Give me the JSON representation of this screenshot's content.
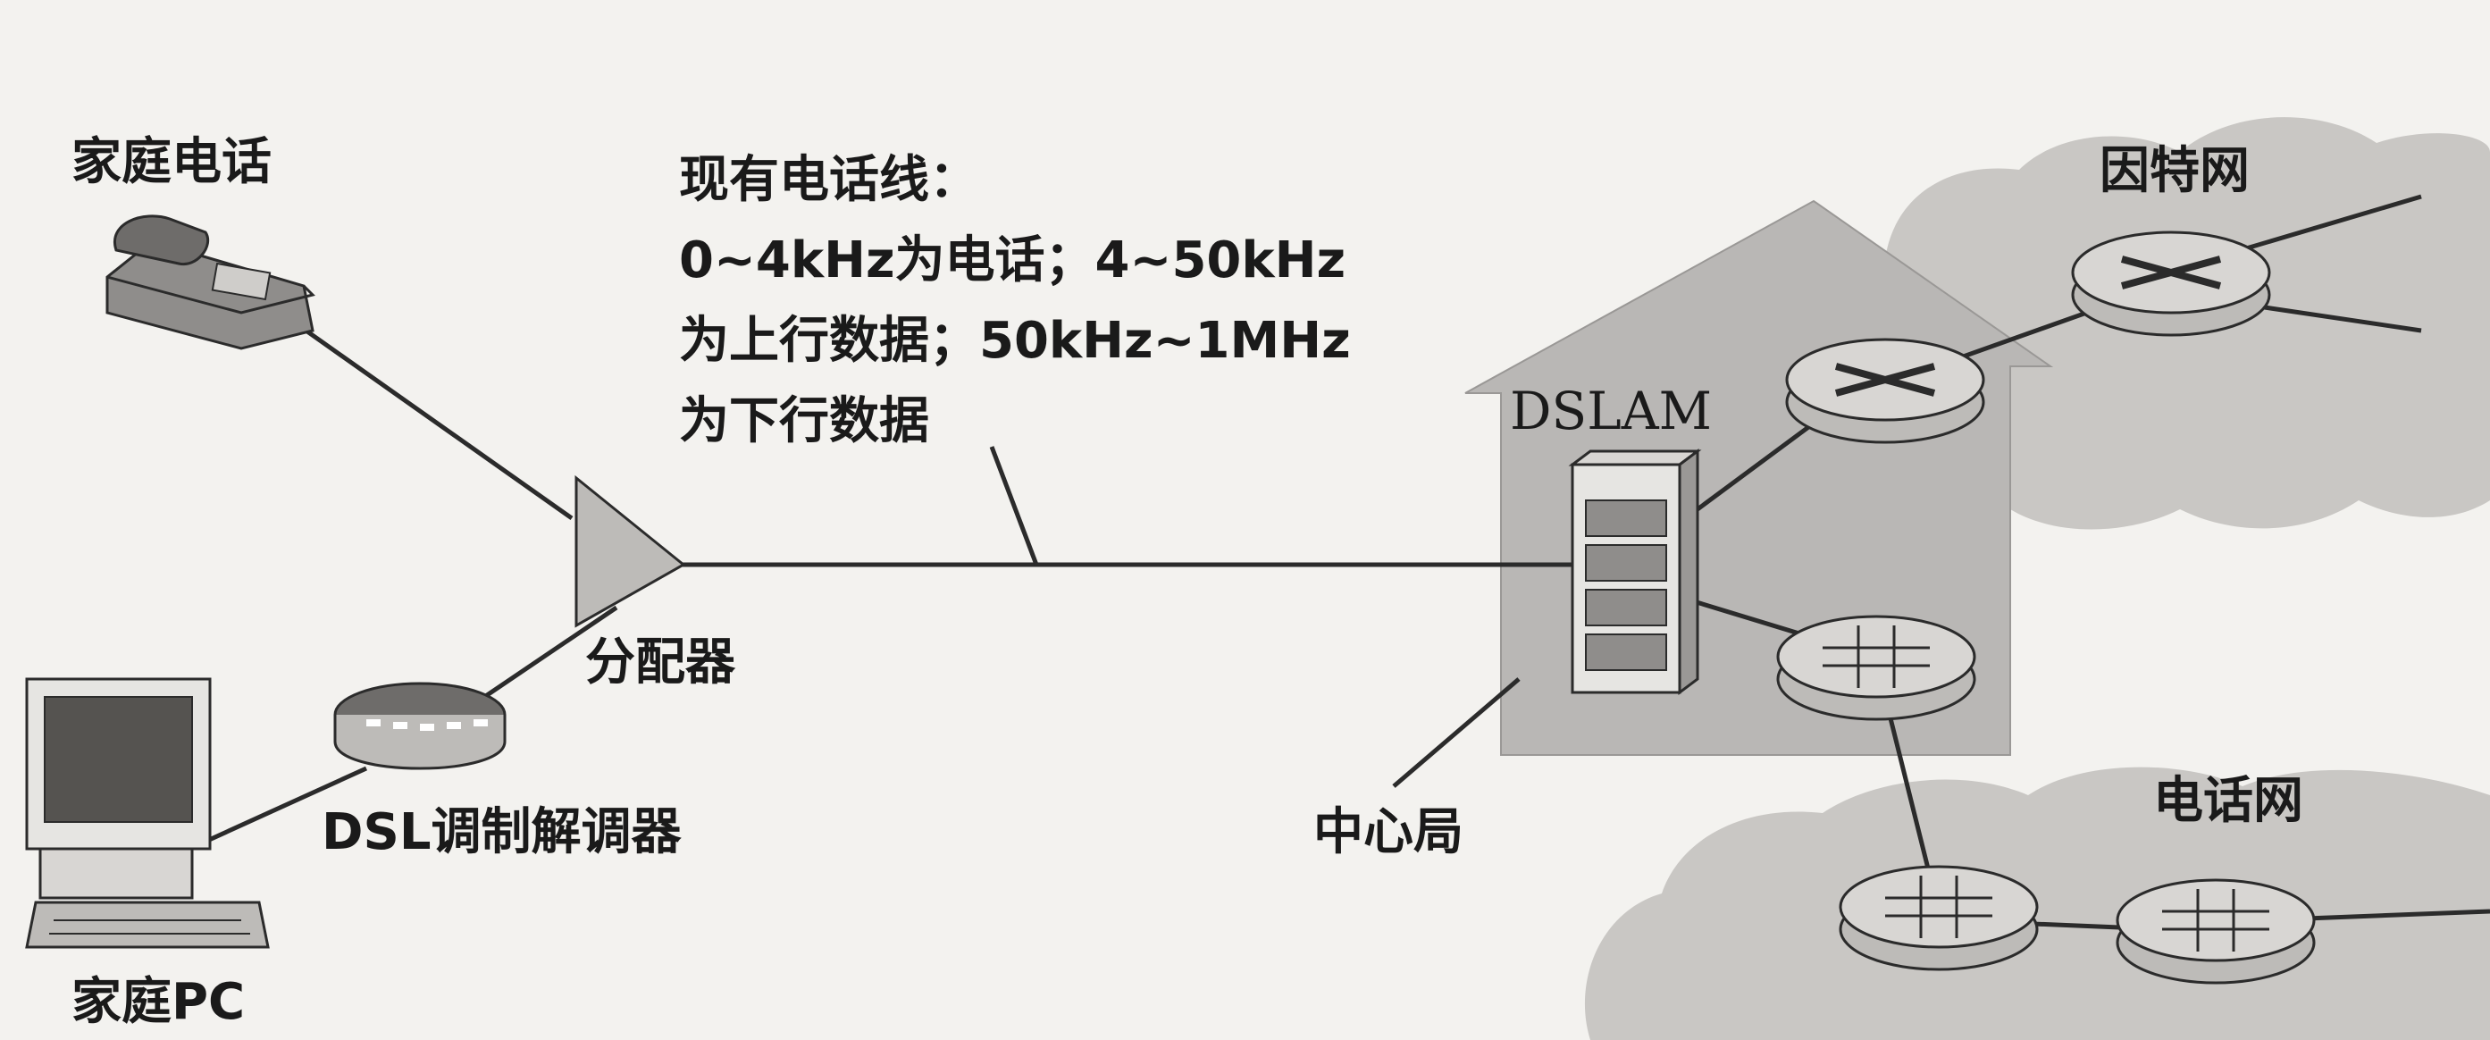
{
  "labels": {
    "home_phone": "家庭电话",
    "home_pc": "家庭PC",
    "splitter": "分配器",
    "dsl_modem": "DSL调制解调器",
    "existing_line_1": "现有电话线：",
    "existing_line_2": "0~4kHz为电话；4~50kHz",
    "existing_line_3": "为上行数据；50kHz~1MHz",
    "existing_line_4": "为下行数据",
    "dslam": "DSLAM",
    "central_office": "中心局",
    "internet": "因特网",
    "telephone_network": "电话网"
  },
  "colors": {
    "background": "#f3f2ef",
    "cloud": "#c9c7c4",
    "building": "#b9b7b5",
    "router_body": "#d8d6d3",
    "line": "#2b2b2b"
  },
  "icons": {
    "phone": "telephone-icon",
    "pc": "desktop-computer-icon",
    "modem": "dsl-modem-icon",
    "splitter": "splitter-icon",
    "dslam": "dslam-rack-icon",
    "router": "router-icon",
    "switch": "phone-switch-icon"
  }
}
